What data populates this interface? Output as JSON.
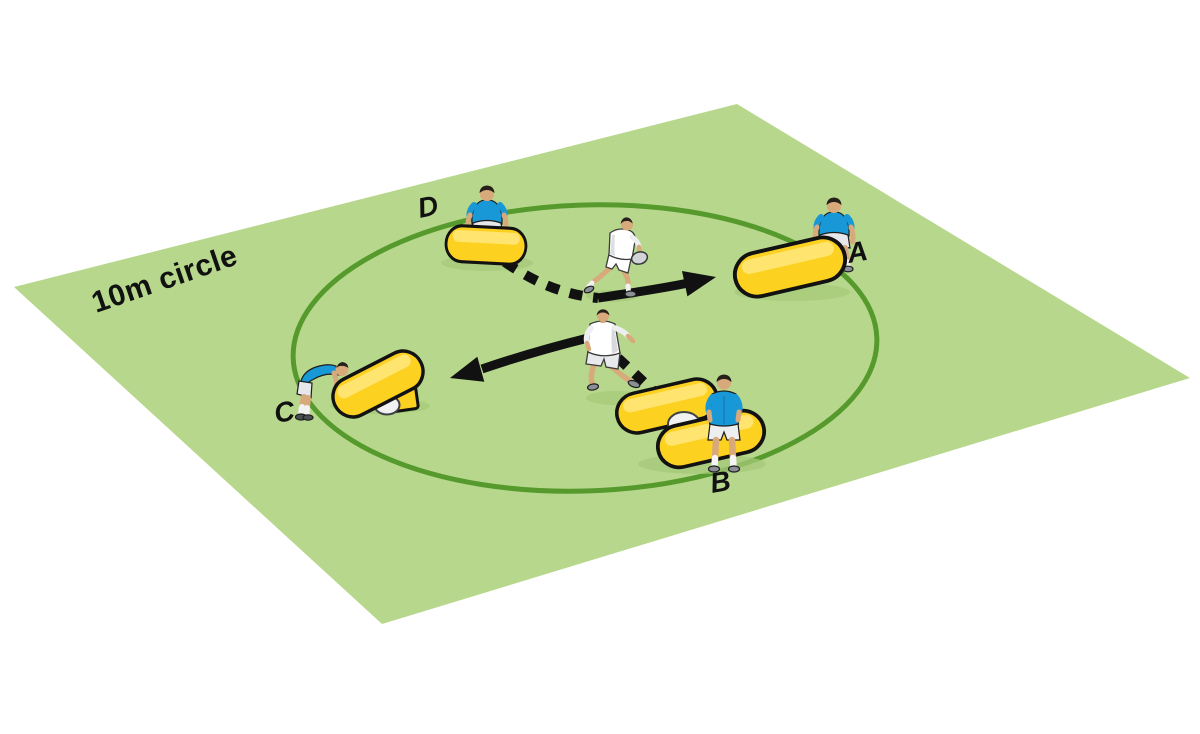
{
  "field_label": "10m circle",
  "stations": [
    {
      "label": "A"
    },
    {
      "label": "B"
    },
    {
      "label": "C"
    },
    {
      "label": "D"
    }
  ],
  "colors": {
    "background": "#ffffff",
    "field": "#b7d88c",
    "circle_line": "#569a2d",
    "bag": "#fcd120",
    "bag_highlight": "#ffe570",
    "blue_shirt": "#1898d6",
    "white_kit": "#ffffff",
    "shorts": "#e6e7ea",
    "skin": "#d8a97b",
    "shoe": "#8b9097",
    "arrow": "#111111",
    "label_text": "#111111"
  }
}
